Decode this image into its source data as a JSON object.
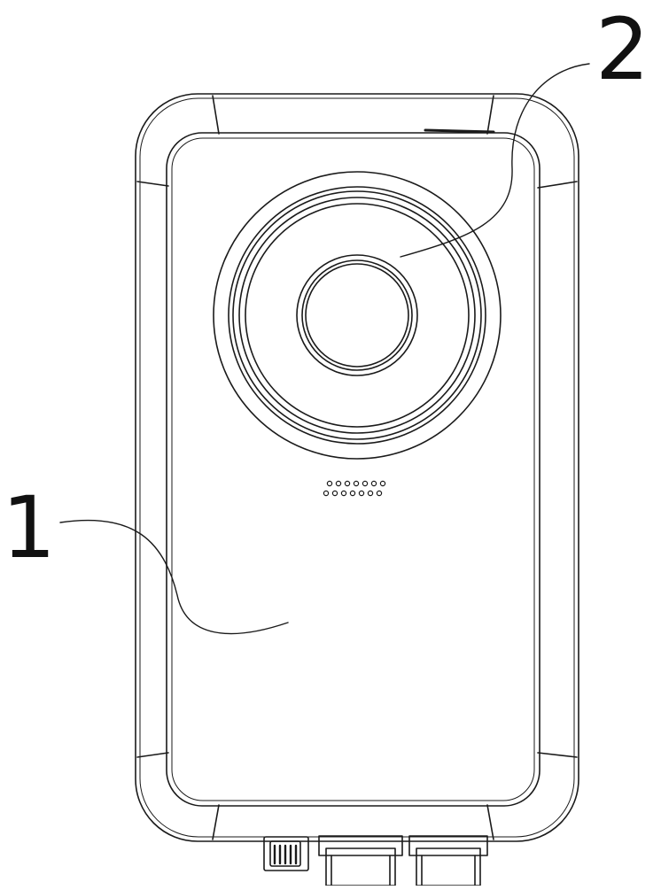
{
  "figure": {
    "labels": [
      {
        "id": "1",
        "text": "1"
      },
      {
        "id": "2",
        "text": "2"
      }
    ],
    "colors": {
      "line": "#1a1a1a",
      "background": "#ffffff"
    }
  }
}
